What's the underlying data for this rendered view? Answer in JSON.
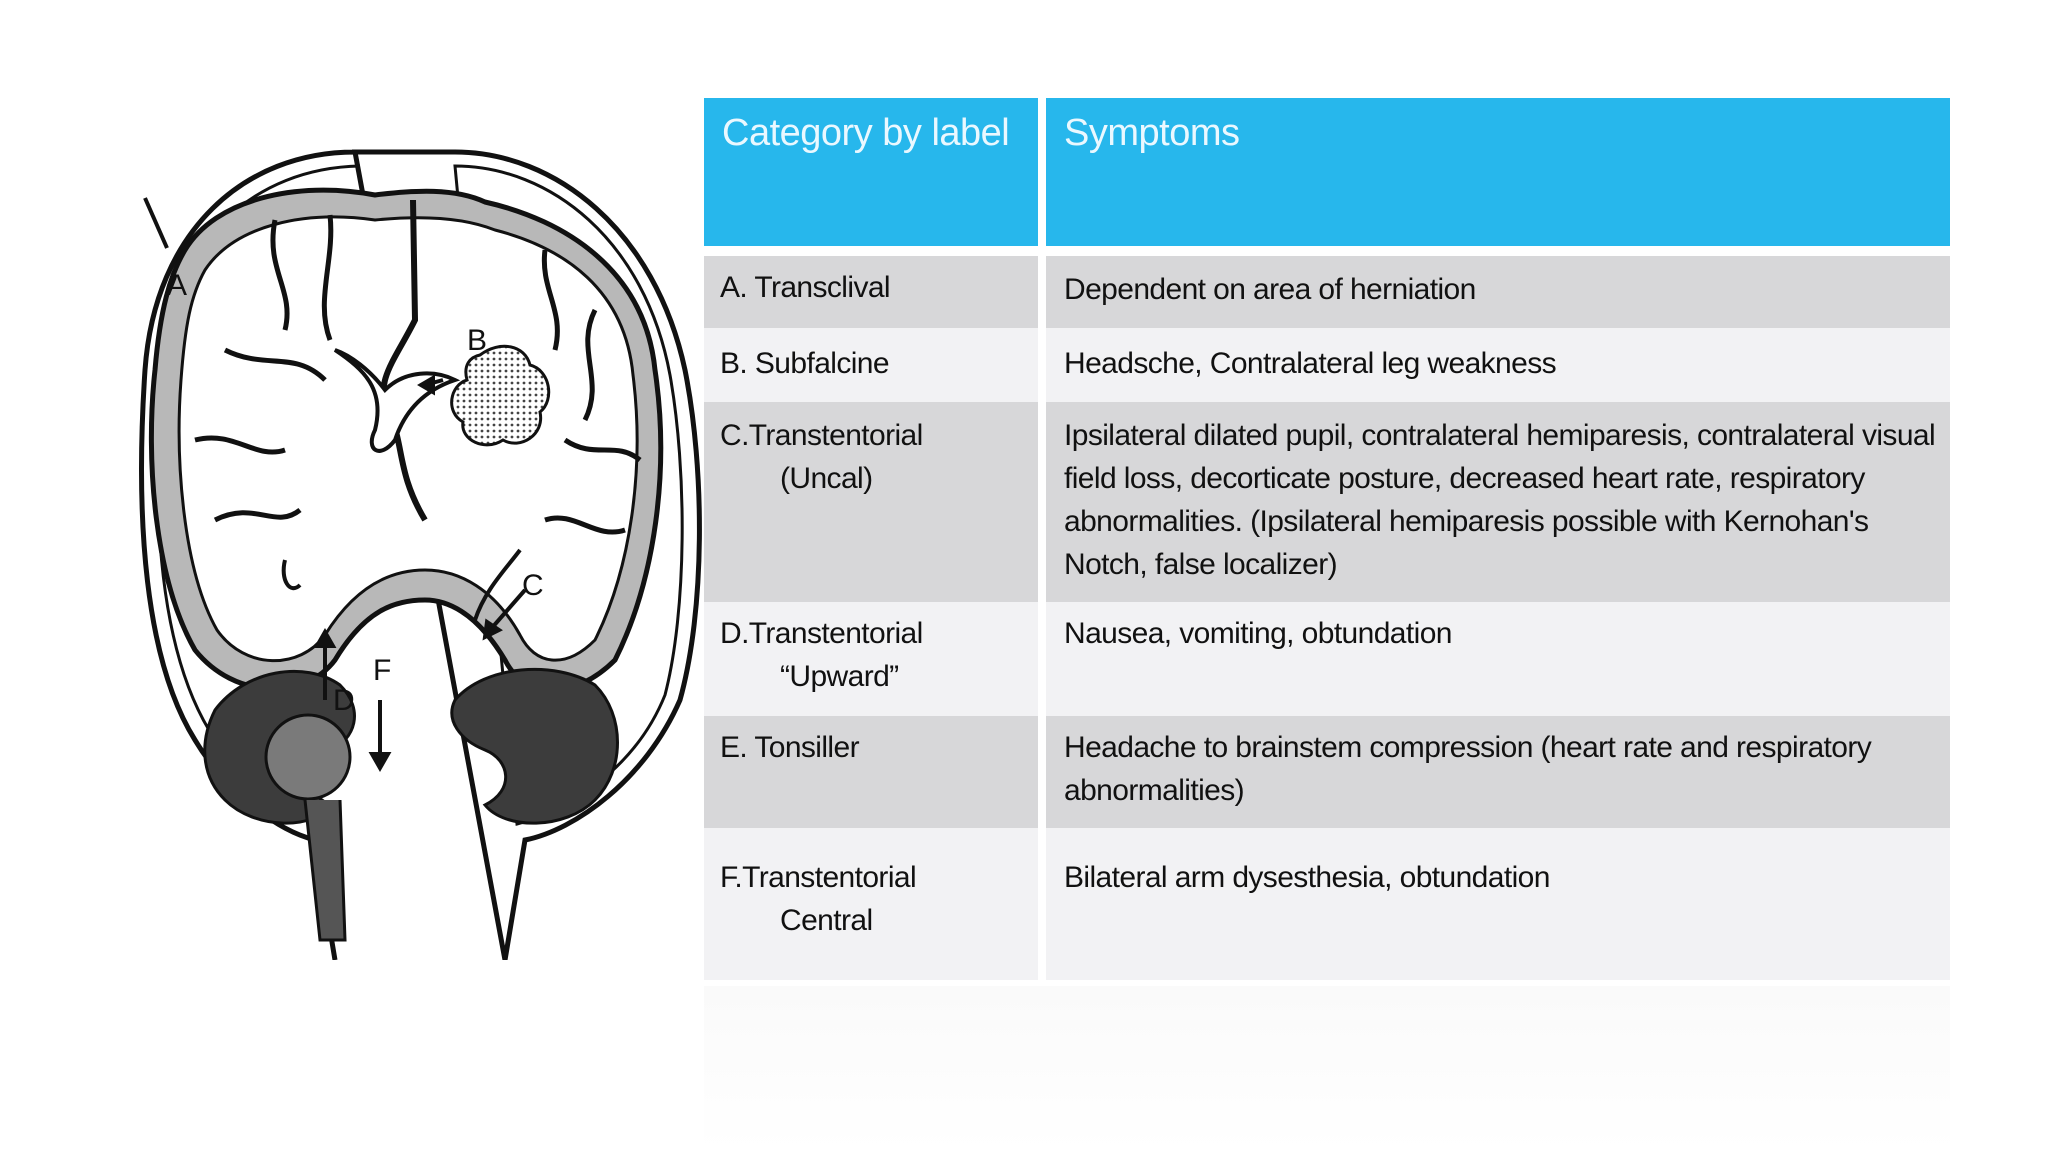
{
  "figure": {
    "labels": {
      "a": "A",
      "b": "B",
      "c": "C",
      "d": "D",
      "f": "F"
    }
  },
  "table": {
    "headers": {
      "category": "Category by label",
      "symptoms": "Symptoms"
    },
    "rows": [
      {
        "category": [
          "A. Transclival"
        ],
        "symptoms": "Dependent on area of herniation"
      },
      {
        "category": [
          "B. Subfalcine"
        ],
        "symptoms": "Headsche, Contralateral leg weakness"
      },
      {
        "category": [
          "C.Transtentorial",
          "(Uncal)"
        ],
        "symptoms": "Ipsilateral dilated pupil, contralateral hemiparesis, contralateral visual field loss, decorticate posture, decreased heart rate, respiratory abnormalities. (Ipsilateral hemiparesis possible with Kernohan's Notch, false localizer)"
      },
      {
        "category": [
          "D.Transtentorial",
          "“Upward”"
        ],
        "symptoms": "Nausea, vomiting, obtundation"
      },
      {
        "category": [
          "E. Tonsiller"
        ],
        "symptoms": "Headache to brainstem compression (heart rate and respiratory abnormalities)"
      },
      {
        "category": [
          "F.Transtentorial",
          "Central"
        ],
        "symptoms": "Bilateral arm dysesthesia, obtundation"
      }
    ]
  },
  "colors": {
    "header": "#27b7ec",
    "row_dark": "#d7d7d9",
    "row_light": "#f2f2f4",
    "brain_white": "#ffffff",
    "cortex_gray": "#b8b8b8",
    "cerebellum": "#3c3c3c"
  }
}
